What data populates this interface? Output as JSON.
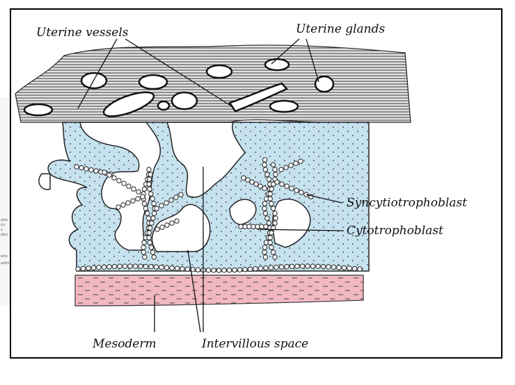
{
  "labels": {
    "uterine_vessels": "Uterine vessels",
    "uterine_glands": "Uterine glands",
    "syncytiotrophoblast": "Syncytiotrophoblast",
    "cytotrophoblast": "Cytotrophoblast",
    "mesoderm": "Mesoderm",
    "intervillous_space": "Intervillous space"
  },
  "side_fragments": [
    "onic",
    "ric",
    "s",
    "ate)",
    "onic",
    "avity"
  ],
  "colors": {
    "trophoblast": "#c7e2ef",
    "mesoderm": "#f2b8c2",
    "endometrium": "#d9d9d9",
    "ink": "#111111"
  }
}
